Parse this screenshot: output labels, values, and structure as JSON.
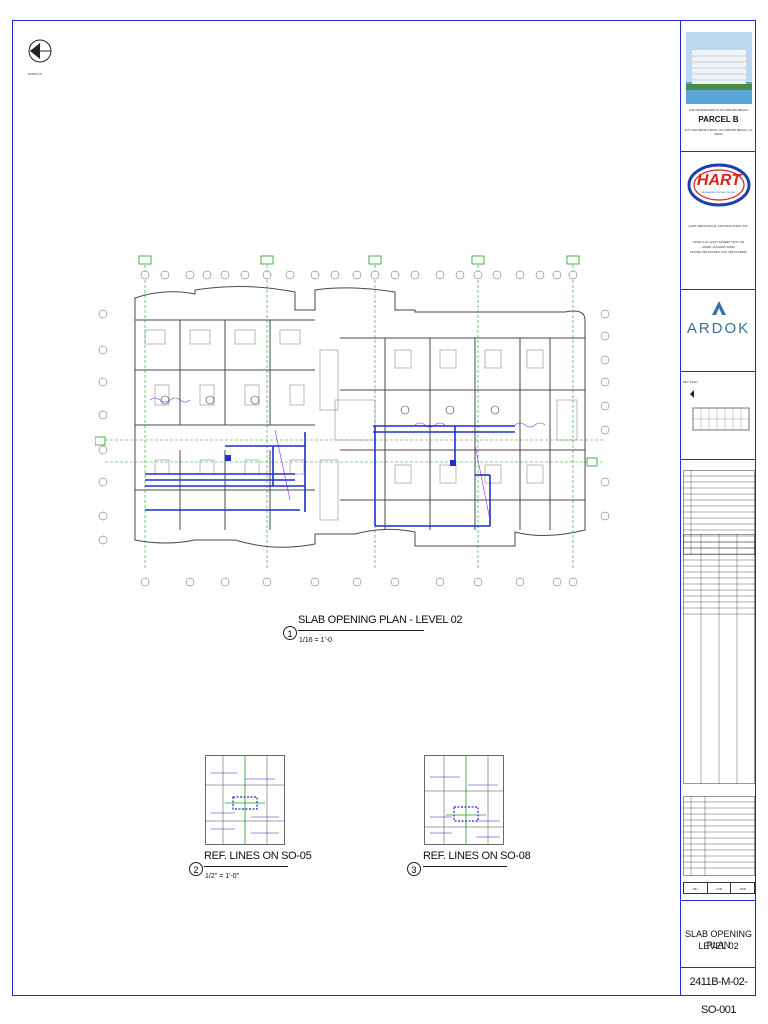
{
  "north_label": "NORTH 0°",
  "views": {
    "main": {
      "number": "1",
      "title": "SLAB OPENING PLAN - LEVEL 02",
      "scale": "1/16 = 1'-0"
    },
    "detail_2": {
      "number": "2",
      "title": "REF. LINES ON SO-05",
      "scale": "1/2\" = 1'-0\""
    },
    "detail_3": {
      "number": "3",
      "title": "REF. LINES ON SO-08",
      "scale": ""
    }
  },
  "title_block": {
    "project_small": "THE RESIDENCES AT HILLSBORO BEACH",
    "parcel": "PARCEL B",
    "project_address": "1177 HILLSBORO BLVD, HILLSBORO BEACH, FL 33062",
    "contractor_logo": "HART",
    "contractor_logo_sub": "MECHANICAL CONTRACTORS, INC.",
    "contractor_name": "HART MECHANICAL CONTRACTORS, INC.",
    "contractor_address": "10300 S.W. 121ST STREET UNIT 101",
    "contractor_city": "MIAMI, FLORIDA 33186",
    "contractor_phone": "PHONE 786-573-8637   FAX 786-573-8086",
    "consultant_logo": "ARDOK",
    "key_plan_label": "KEY PLAN",
    "sheet_title_line1": "SLAB OPENING PLAN",
    "sheet_title_line2": "LEVEL 02",
    "sheet_number": "2411B-M-02-SO-001",
    "drawn_by": "MH",
    "checked_by": "CJR",
    "approved_by": "RKS"
  },
  "colors": {
    "border": "#1f2bd6",
    "plan": "#4a4a4a",
    "duct": "#1b2fd1",
    "grid": "#1aa11a",
    "slab": "#8a2be2"
  }
}
